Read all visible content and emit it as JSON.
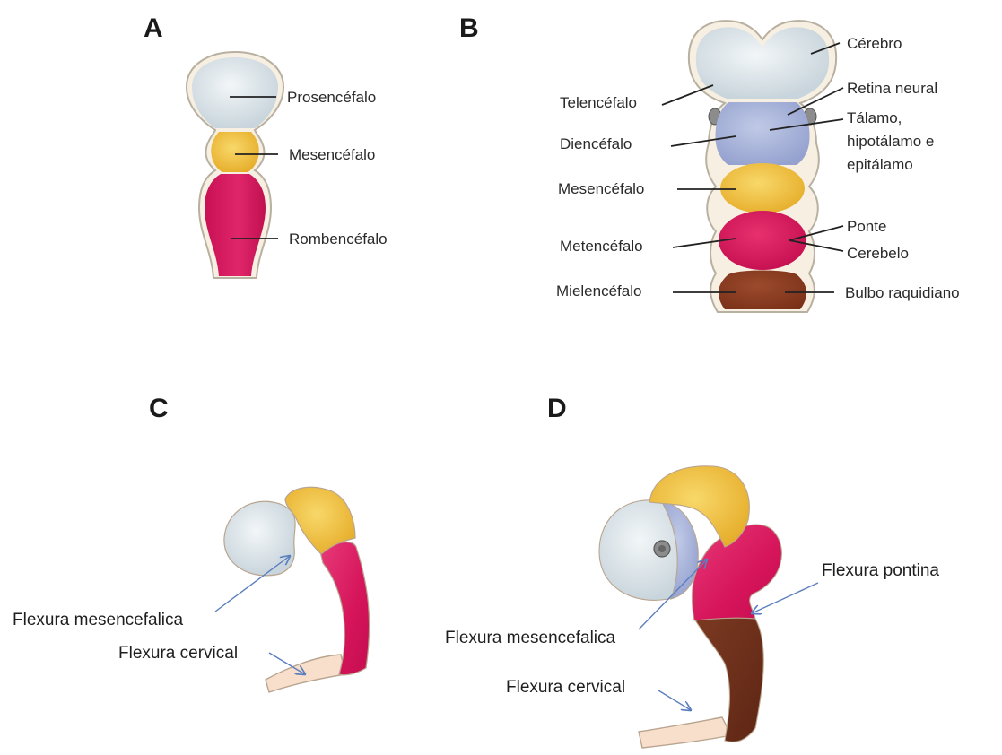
{
  "panels": {
    "A": {
      "letter": "A",
      "labels": {
        "prosencephalon": "Prosencéfalo",
        "mesencephalon": "Mesencéfalo",
        "rhombencephalon": "Rombencéfalo"
      }
    },
    "B": {
      "letter": "B",
      "left_labels": {
        "telencephalon": "Telencéfalo",
        "diencephalon": "Diencéfalo",
        "mesencephalon": "Mesencéfalo",
        "metencephalon": "Metencéfalo",
        "myelencephalon": "Mielencéfalo"
      },
      "right_labels": {
        "cerebrum": "Cérebro",
        "neural_retina": "Retina neural",
        "thalamus_line1": "Tálamo,",
        "thalamus_line2": "hipotálamo e",
        "thalamus_line3": "epitálamo",
        "pons": "Ponte",
        "cerebellum": "Cerebelo",
        "medulla": "Bulbo raquidiano"
      }
    },
    "C": {
      "letter": "C",
      "labels": {
        "mesencephalic_flexure": "Flexura mesencefalica",
        "cervical_flexure": "Flexura  cervical"
      }
    },
    "D": {
      "letter": "D",
      "labels": {
        "pontine_flexure": "Flexura  pontina",
        "mesencephalic_flexure": "Flexura mesencefalica",
        "cervical_flexure": "Flexura  cervical"
      }
    }
  },
  "colors": {
    "forebrain": "#dde6ea",
    "diencephalon": "#a9b4d8",
    "midbrain": "#f2c54a",
    "hindbrain": "#d9185e",
    "myelencephalon": "#8a3a22",
    "spinal": "#f6dcc6",
    "arrow": "#5b7fbf"
  }
}
